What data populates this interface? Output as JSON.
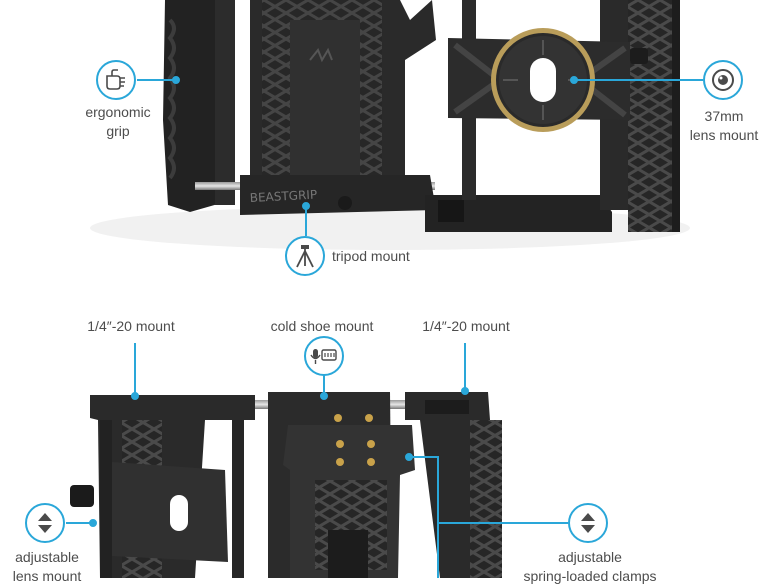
{
  "accent_color": "#2aa7d9",
  "top_product": {
    "engraving": "BEASTGRIP",
    "callouts": {
      "grip": {
        "line1": "ergonomic",
        "line2": "grip",
        "icon": "hand-grip-icon"
      },
      "lens": {
        "line1": "37mm",
        "line2": "lens mount",
        "icon": "lens-icon"
      },
      "tripod": {
        "text": "tripod mount",
        "icon": "tripod-icon"
      }
    }
  },
  "bottom_product": {
    "callouts": {
      "mount_left": {
        "text": "1/4″-20 mount"
      },
      "cold_shoe": {
        "text": "cold shoe mount",
        "icon": "mic-light-icon"
      },
      "mount_right": {
        "text": "1/4″-20 mount"
      },
      "lens_mount": {
        "line1": "adjustable",
        "line2": "lens mount",
        "icon": "up-down-arrows-icon"
      },
      "clamps": {
        "line1": "adjustable",
        "line2": "spring-loaded clamps",
        "icon": "up-down-arrows-icon"
      }
    }
  }
}
